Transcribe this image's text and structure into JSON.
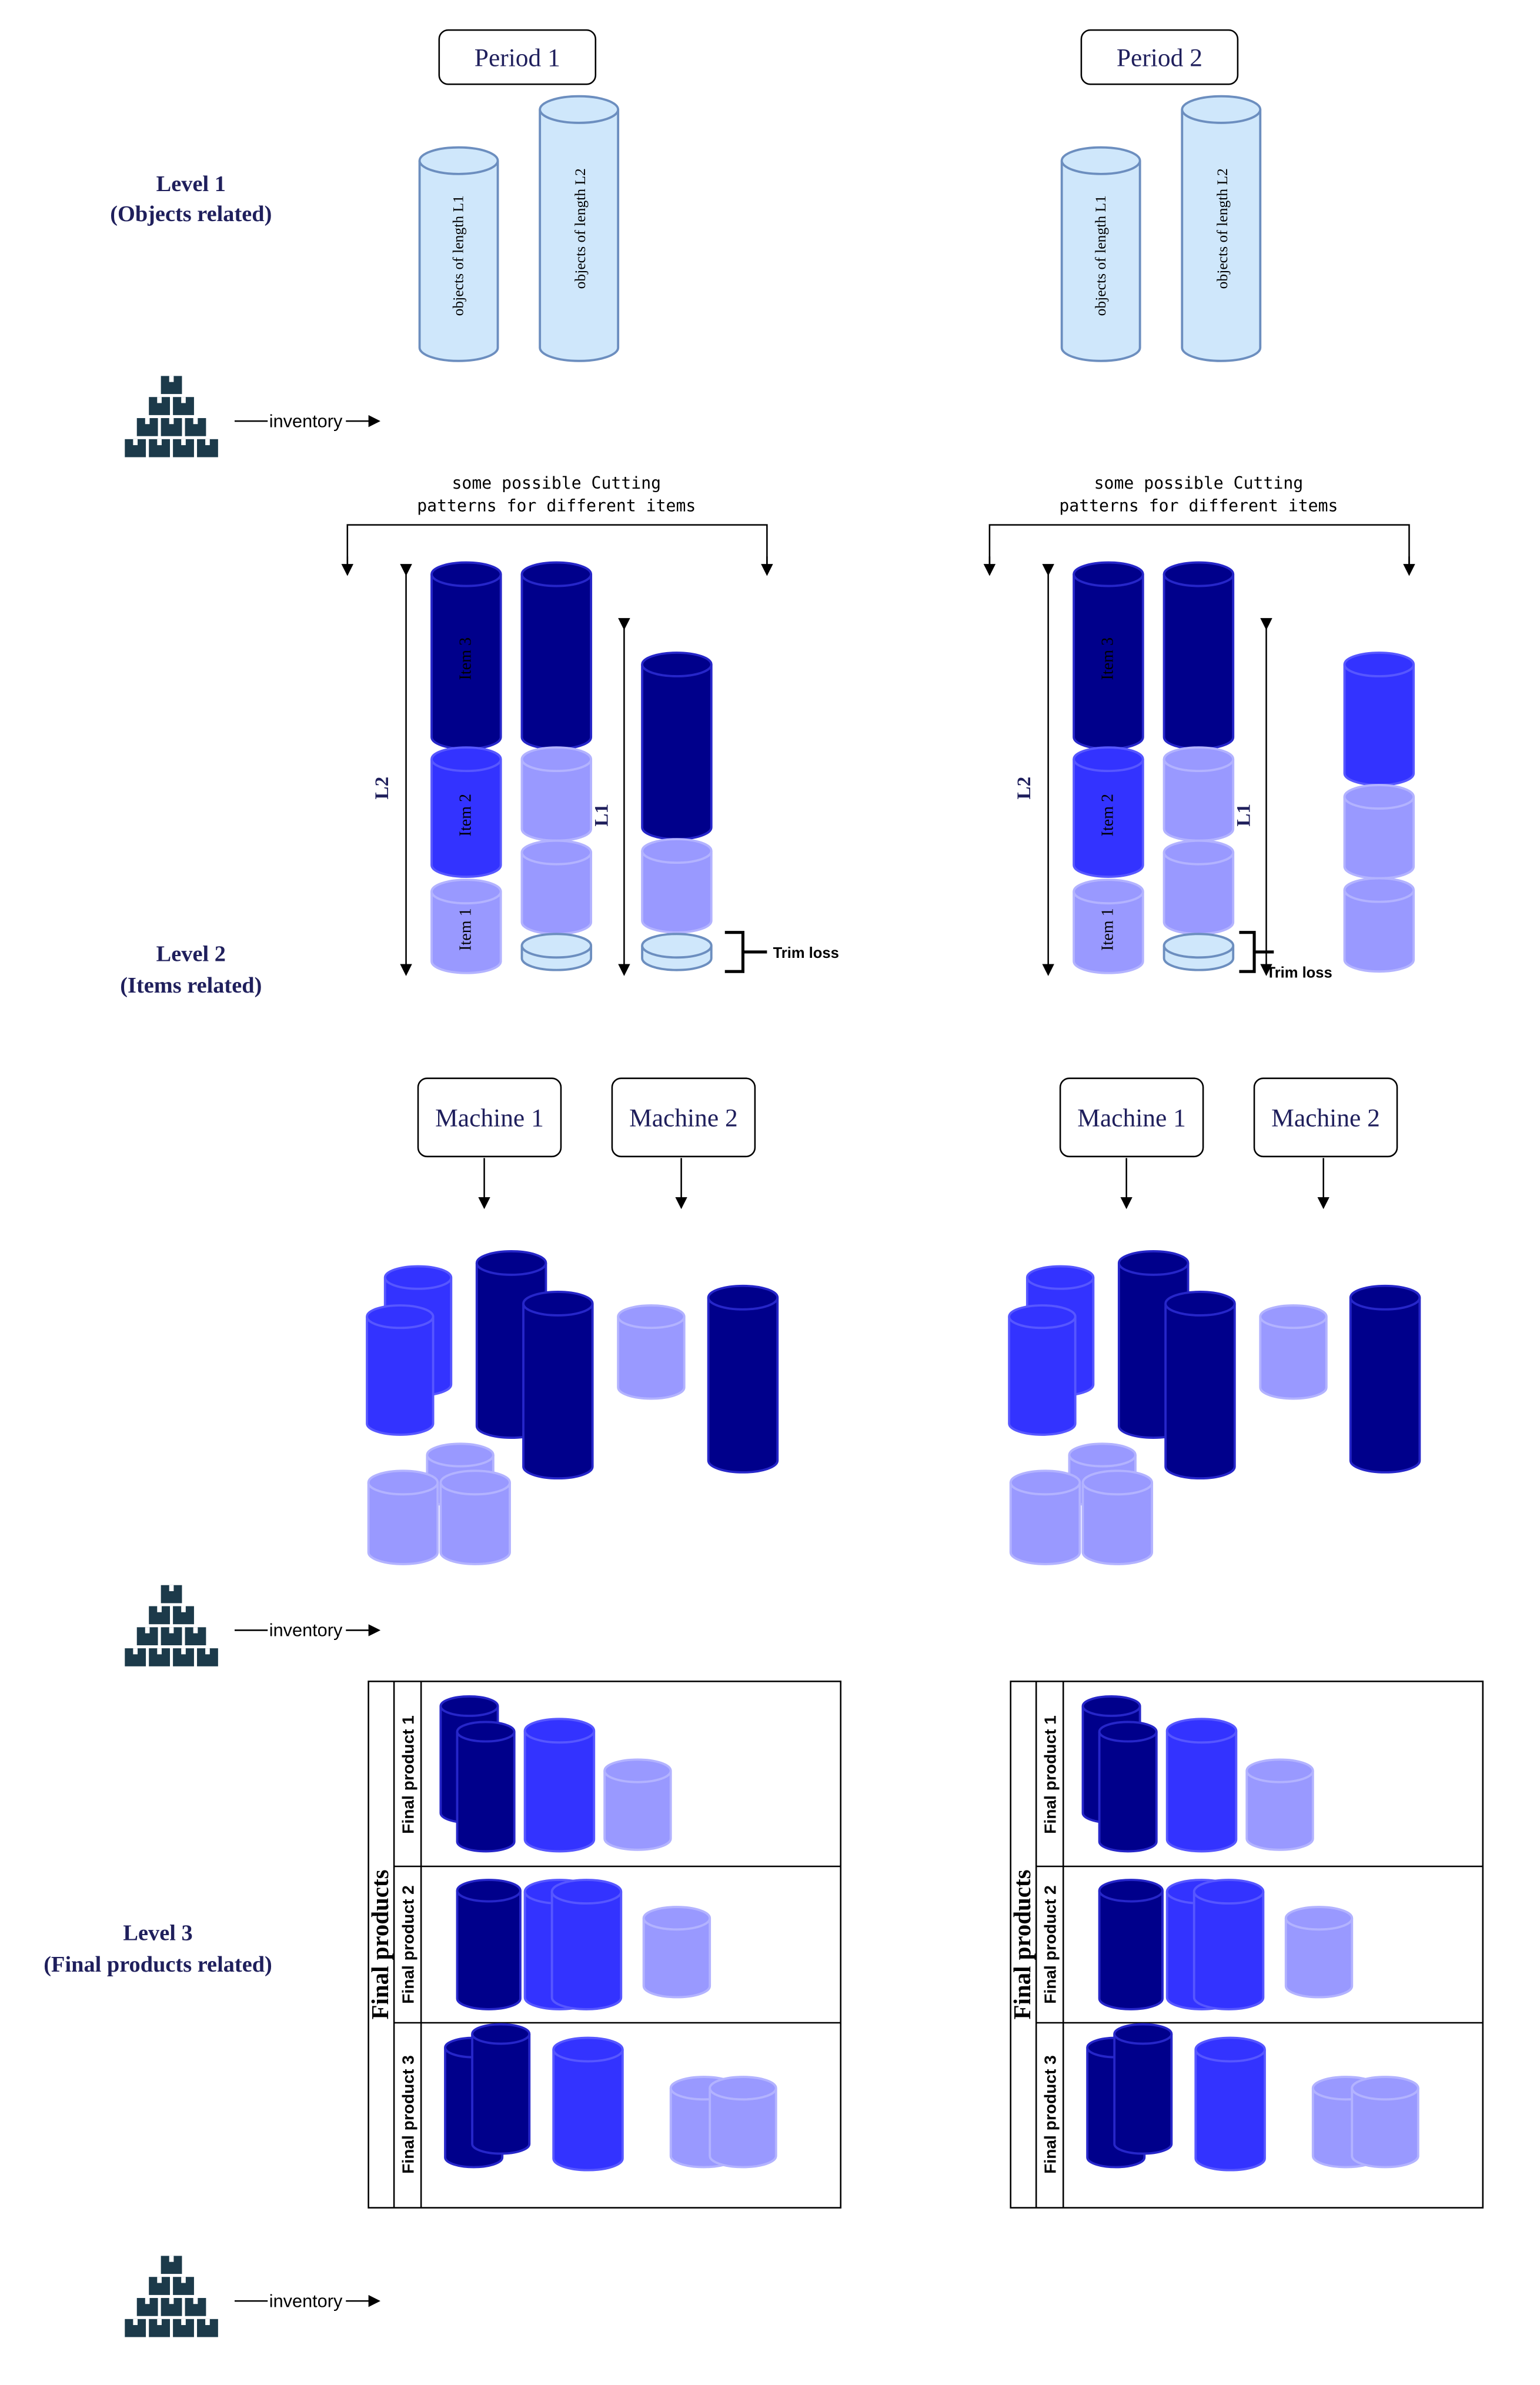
{
  "colors": {
    "object_fill": "#cfe7fb",
    "object_stroke": "#6c8ebf",
    "dark": "#00008b",
    "medium": "#3333ff",
    "light": "#9999ff",
    "text_navy": "#1f1f5c",
    "icon": "#1c3a4a"
  },
  "icon": "stacked-boxes-inventory-icon",
  "periods": [
    {
      "label": "Period 1",
      "objects": [
        "objects of length L1",
        "objects of length L2"
      ],
      "cutting_note": [
        "some possible Cutting",
        "patterns for different items"
      ],
      "items": [
        "Item 3",
        "Item 2",
        "Item 1"
      ],
      "dim_long": "L2",
      "dim_short": "L1",
      "trim": "Trim loss",
      "machines": [
        "Machine 1",
        "Machine 2"
      ],
      "final_title": "Final products",
      "final_rows": [
        "Final product 1",
        "Final product 2",
        "Final product 3"
      ]
    },
    {
      "label": "Period 2",
      "objects": [
        "objects of length L1",
        "objects of length L2"
      ],
      "cutting_note": [
        "some possible Cutting",
        "patterns for different items"
      ],
      "items": [
        "Item 3",
        "Item 2",
        "Item 1"
      ],
      "dim_long": "L2",
      "dim_short": "L1",
      "trim": "Trim loss",
      "machines": [
        "Machine 1",
        "Machine 2"
      ],
      "final_title": "Final products",
      "final_rows": [
        "Final product 1",
        "Final product 2",
        "Final product 3"
      ]
    }
  ],
  "levels": [
    {
      "title": "Level 1",
      "subtitle": "(Objects related)"
    },
    {
      "title": "Level 2",
      "subtitle": "(Items related)"
    },
    {
      "title": "Level 3",
      "subtitle": "(Final products related)"
    }
  ],
  "inventory_label": "inventory"
}
